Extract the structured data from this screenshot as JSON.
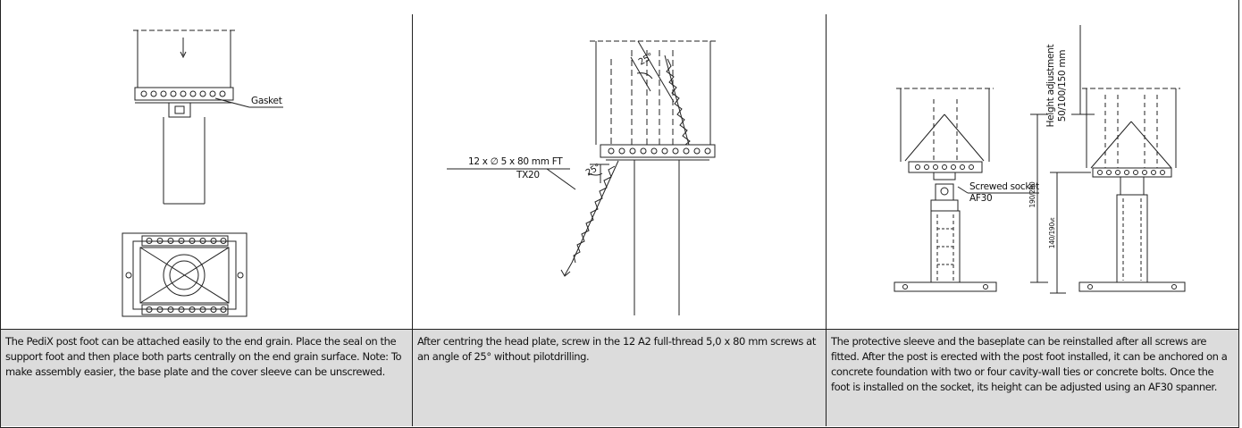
{
  "panels": [
    {
      "labels": {
        "gasket": "Gasket"
      },
      "caption": "The PediX post foot can be attached easily to the end grain. Place the seal on the support foot and then place both parts centrally on the end grain surface. Note: To make assembly easier, the base plate and the cover sleeve can be unscrewed."
    },
    {
      "labels": {
        "angle_top": "25°",
        "angle_bottom": "25°",
        "screw_spec_line1": "12 x ∅ 5 x 80 mm FT",
        "screw_spec_line2": "TX20"
      },
      "caption": "After centring the head plate, screw in the 12 A2 full-thread 5,0 x 80 mm screws at an angle of 25° without pilotdrilling."
    },
    {
      "labels": {
        "height_adjustment_line1": "Height adjustment",
        "height_adjustment_line2": "50/100/150 mm",
        "socket_line1": "Screwed socket",
        "socket_line2": "AF30",
        "dim_outer": "190/290",
        "dim_inner": "140/190",
        "dim_inner_suffix": "vt"
      },
      "caption": "The protective sleeve and the baseplate can be reinstalled after all screws are fitted. After the post is erected with the post foot installed, it can be anchored on a concrete foundation with two or four cavity-wall ties or concrete bolts. Once the foot is installed on the socket, its height can be adjusted using an AF30 spanner."
    }
  ]
}
